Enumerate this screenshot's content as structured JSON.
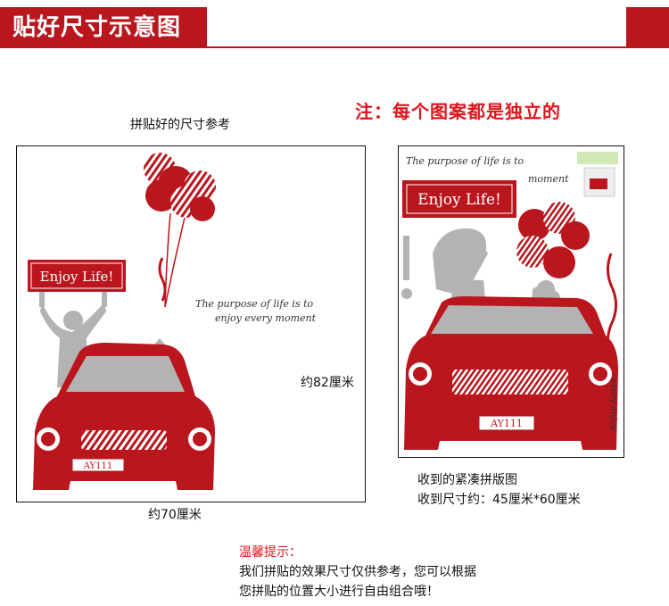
{
  "header": {
    "title": "贴好尺寸示意图",
    "accent_color": "#b9161d"
  },
  "note": "注：每个图案都是独立的",
  "left_panel": {
    "caption": "拼贴好的尺寸参考",
    "height_label": "约82厘米",
    "width_label": "约70厘米",
    "sign_text": "Enjoy Life!",
    "script_line_1": "The purpose of life is to",
    "script_line_2": "enjoy every moment",
    "plate_text": "AY111"
  },
  "right_panel": {
    "caption_1": "收到的紧凑拼版图",
    "caption_2": "收到尺寸约：45厘米*60厘米",
    "script_line_1": "The purpose of life is to",
    "script_line_2": "moment",
    "script_vertical": "every enjoy",
    "sign_text": "Enjoy Life!",
    "plate_text": "AY111"
  },
  "tips": {
    "title": "温馨提示：",
    "line_1": "我们拼贴的效果尺寸仅供参考，您可以根据",
    "line_2": "您拼贴的位置大小进行自由组合哦！"
  },
  "colors": {
    "sticker_red": "#b9161d",
    "silhouette_gray": "#b3b3b3",
    "note_red": "#e0141c"
  }
}
